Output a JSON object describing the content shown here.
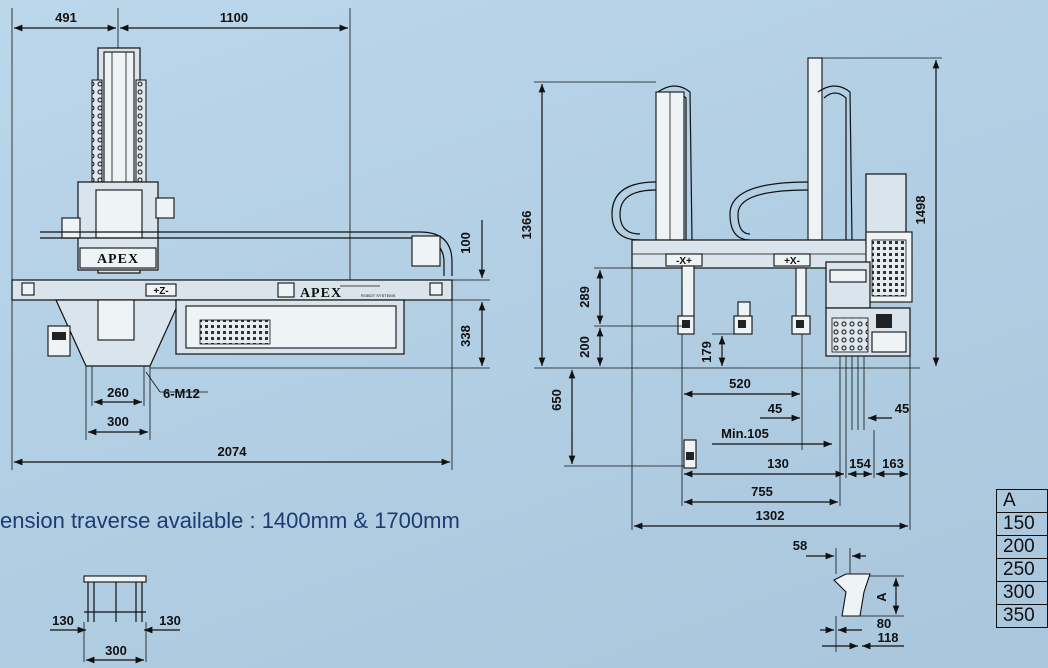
{
  "front_view": {
    "dims": {
      "d491": "491",
      "d1100": "1100",
      "d100": "100",
      "d338": "338",
      "d260": "260",
      "d300": "300",
      "bolt": "6-M12",
      "d2074": "2074"
    },
    "logo_carriage": "APEX",
    "logo_beam": "APEX",
    "logo_beam_sub": "ROBOT SYSTEMS",
    "axis_label": "+Z-"
  },
  "side_view": {
    "dims": {
      "d1366": "1366",
      "d1498": "1498",
      "d289": "289",
      "d200": "200",
      "d179": "179",
      "d650": "650",
      "d520": "520",
      "d45a": "45",
      "d45b": "45",
      "min105": "Min.105",
      "d130": "130",
      "d154": "154",
      "d163": "163",
      "d755": "755",
      "d1302": "1302"
    },
    "axis_label_1": "-X+",
    "axis_label_2": "+X-"
  },
  "note": "ension traverse available : 1400mm & 1700mm",
  "bottom_left": {
    "dims": {
      "left": "130",
      "right": "130",
      "bottom": "300"
    }
  },
  "bottom_right": {
    "dims": {
      "top": "58",
      "a": "A",
      "d80": "80",
      "d118": "118"
    }
  },
  "a_table": {
    "header": "A",
    "rows": [
      "150",
      "200",
      "250",
      "300",
      "350"
    ]
  }
}
